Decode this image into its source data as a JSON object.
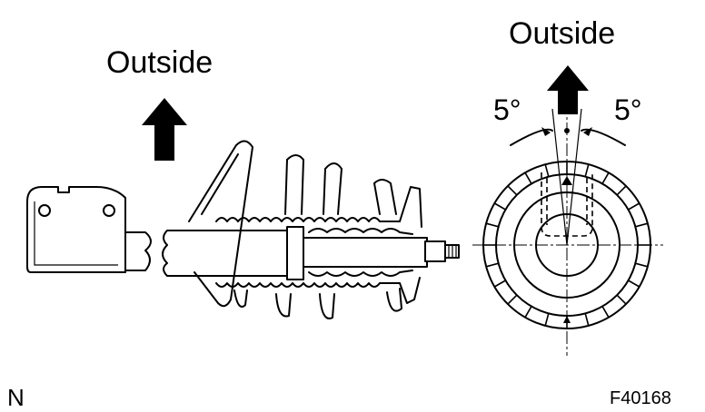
{
  "labels": {
    "outside_left": "Outside",
    "outside_right": "Outside",
    "angle_left": "5°",
    "angle_right": "5°",
    "north": "N",
    "figure_id": "F40168"
  },
  "icons": {
    "left_arrow": "arrow-up-icon",
    "right_arrow": "arrow-up-icon"
  },
  "colors": {
    "ink": "#000000",
    "paper": "#ffffff"
  }
}
